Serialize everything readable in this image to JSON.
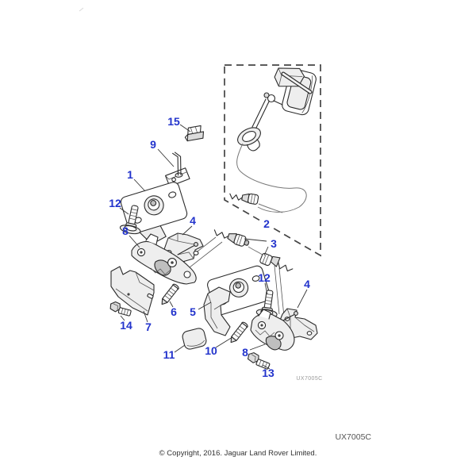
{
  "diagram": {
    "inline_code": "UX7005C",
    "corner_code": "UX7005C",
    "footer_copyright": "© Copyright, 2016. Jaguar Land Rover Limited.",
    "label_color": "#2233cc",
    "line_color": "#2b2b2b"
  },
  "labels": {
    "n1": "1",
    "n2": "2",
    "n3": "3",
    "n4": "4",
    "n5": "5",
    "n6": "6",
    "n7": "7",
    "n8": "8",
    "n9": "9",
    "n10": "10",
    "n11": "11",
    "n12": "12",
    "n13": "13",
    "n14": "14",
    "n15": "15"
  }
}
